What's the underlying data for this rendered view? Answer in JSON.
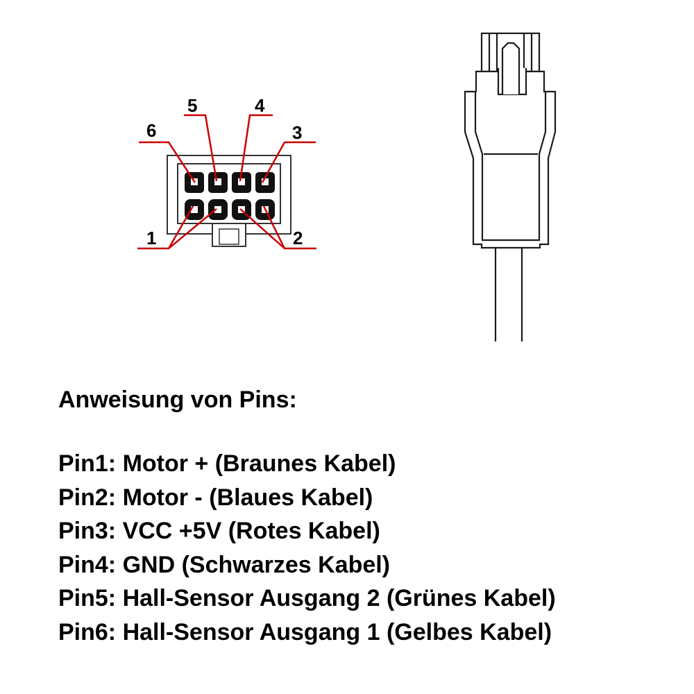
{
  "connector": {
    "pin_numbers": [
      "1",
      "2",
      "3",
      "4",
      "5",
      "6"
    ],
    "line_color": "#cc0000"
  },
  "instructions": {
    "heading": "Anweisung von Pins:",
    "pins": [
      "Pin1: Motor + (Braunes Kabel)",
      "Pin2: Motor - (Blaues Kabel)",
      "Pin3: VCC +5V (Rotes Kabel)",
      "Pin4: GND (Schwarzes Kabel)",
      "Pin5: Hall-Sensor Ausgang 2 (Grünes Kabel)",
      "Pin6: Hall-Sensor Ausgang 1 (Gelbes Kabel)"
    ]
  }
}
